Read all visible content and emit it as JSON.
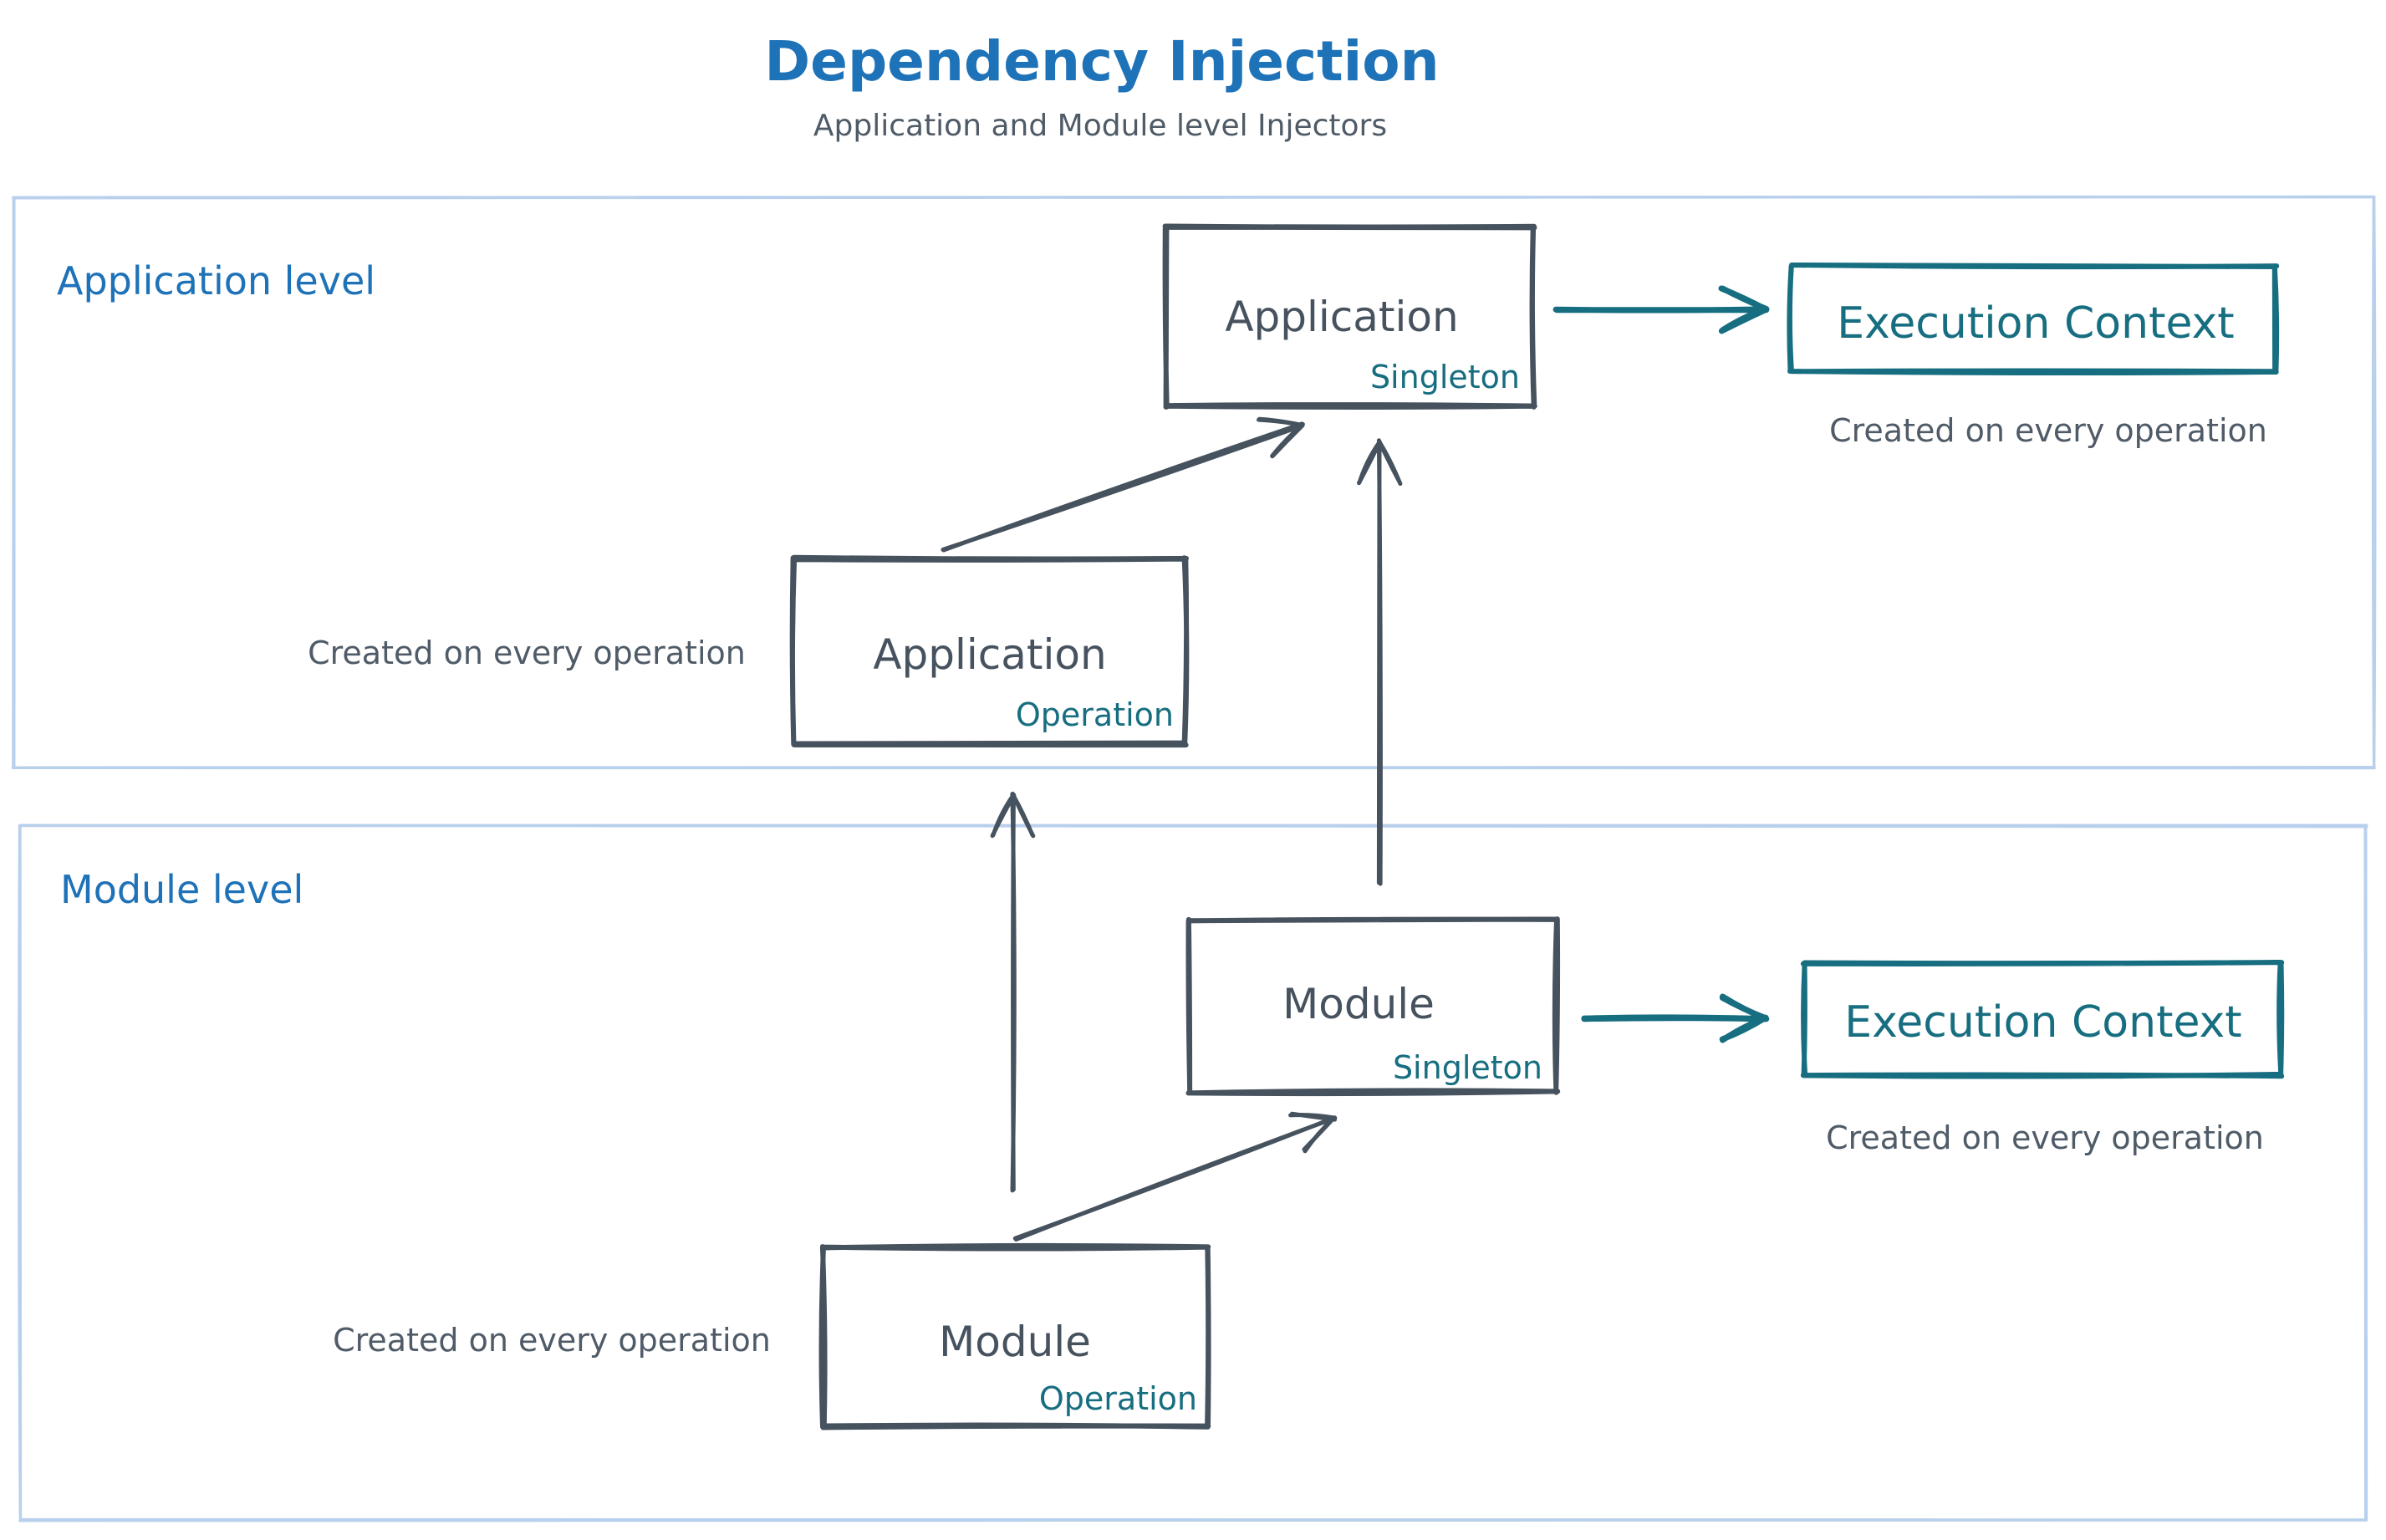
{
  "header": {
    "title": "Dependency Injection",
    "subtitle": "Application and Module level Injectors"
  },
  "colors": {
    "accent_blue": "#1e72b8",
    "ink": "#47525f",
    "teal": "#176e80",
    "frame_blue": "#b9d0ec",
    "caption": "#4f5b67",
    "background": "#ffffff"
  },
  "application_level": {
    "label": "Application level",
    "singleton": {
      "name": "Application",
      "scope": "Singleton"
    },
    "operation": {
      "name": "Application",
      "scope": "Operation",
      "caption": "Created on every operation"
    },
    "execution_context": {
      "label": "Execution Context",
      "caption": "Created on every operation"
    }
  },
  "module_level": {
    "label": "Module level",
    "singleton": {
      "name": "Module",
      "scope": "Singleton"
    },
    "operation": {
      "name": "Module",
      "scope": "Operation",
      "caption": "Created on every operation"
    },
    "execution_context": {
      "label": "Execution Context",
      "caption": "Created on every operation"
    }
  }
}
